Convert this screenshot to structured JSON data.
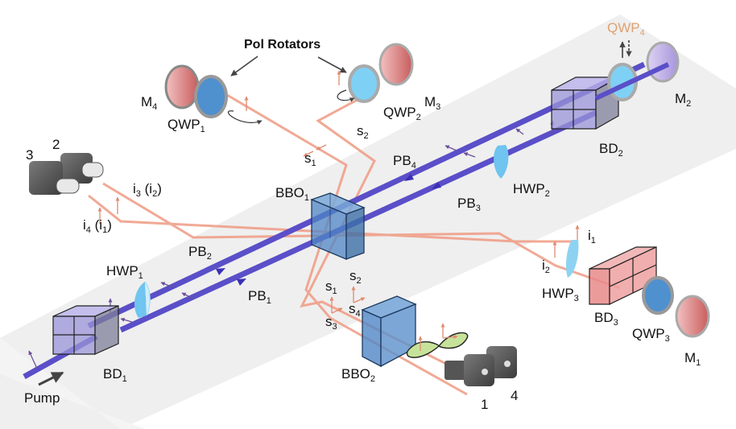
{
  "title": "Pol Rotators",
  "colors": {
    "pump_beam": "#5a4fc8",
    "photon_beam": "#f0a08a",
    "table": "#efefef",
    "bbo_crystal": "#4f86c6",
    "beam_displacer_purple": "#9a94d8",
    "beam_displacer_red": "#e98a8a",
    "waveplate_blue": "#6fc4f0",
    "mirror_red": "#d97a7a",
    "mirror_purple": "#b7a6e0",
    "detector_gray": "#555555",
    "phase_matching_green": "#c6e29a",
    "qwp4_label": "#e0a070"
  },
  "labels": {
    "pump": "Pump",
    "bd1": {
      "main": "BD",
      "sub": "1"
    },
    "bd2": {
      "main": "BD",
      "sub": "2"
    },
    "bd3": {
      "main": "BD",
      "sub": "3"
    },
    "hwp1": {
      "main": "HWP",
      "sub": "1"
    },
    "hwp2": {
      "main": "HWP",
      "sub": "2"
    },
    "hwp3": {
      "main": "HWP",
      "sub": "3"
    },
    "qwp1": {
      "main": "QWP",
      "sub": "1"
    },
    "qwp2": {
      "main": "QWP",
      "sub": "2"
    },
    "qwp3": {
      "main": "QWP",
      "sub": "3"
    },
    "qwp4": {
      "main": "QWP",
      "sub": "4"
    },
    "m1": {
      "main": "M",
      "sub": "1"
    },
    "m2": {
      "main": "M",
      "sub": "2"
    },
    "m3": {
      "main": "M",
      "sub": "3"
    },
    "m4": {
      "main": "M",
      "sub": "4"
    },
    "bbo1": {
      "main": "BBO",
      "sub": "1"
    },
    "bbo2": {
      "main": "BBO",
      "sub": "2"
    },
    "pb1": {
      "main": "PB",
      "sub": "1"
    },
    "pb2": {
      "main": "PB",
      "sub": "2"
    },
    "pb3": {
      "main": "PB",
      "sub": "3"
    },
    "pb4": {
      "main": "PB",
      "sub": "4"
    },
    "s1_top": {
      "main": "s",
      "sub": "1"
    },
    "s2_top": {
      "main": "s",
      "sub": "2"
    },
    "s1_bot": {
      "main": "s",
      "sub": "1"
    },
    "s2_bot": {
      "main": "s",
      "sub": "2"
    },
    "s3": {
      "main": "s",
      "sub": "3"
    },
    "s4": {
      "main": "s",
      "sub": "4"
    },
    "i1": {
      "main": "i",
      "sub": "1"
    },
    "i2": {
      "main": "i",
      "sub": "2"
    },
    "i3_i2": {
      "main": "i",
      "sub": "3",
      "paren_main": " (i",
      "paren_sub": "2",
      "close": ")"
    },
    "i4_i1": {
      "main": "i",
      "sub": "4",
      "paren_main": " (i",
      "paren_sub": "1",
      "close": ")"
    },
    "det1": "1",
    "det2": "2",
    "det3": "3",
    "det4": "4"
  }
}
